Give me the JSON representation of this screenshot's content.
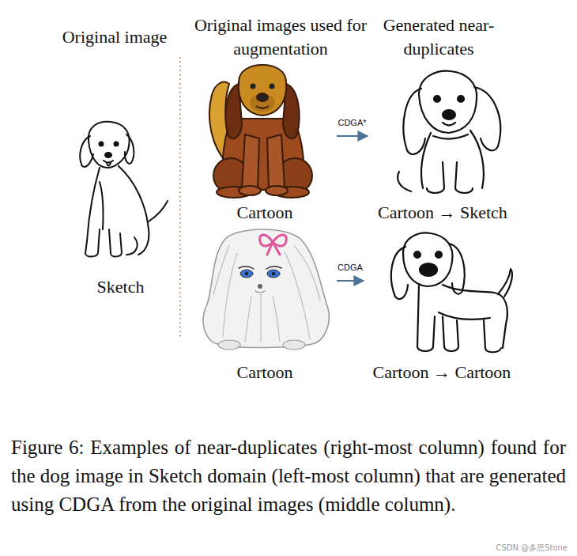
{
  "diagram": {
    "caption": "Figure 6: Examples of near-duplicates (right-most column) found for the dog image in Sketch domain (left-most column) that are generated using CDGA from the original images (middle column).",
    "nodes": [
      {
        "text": [
          "Sketch"
        ]
      },
      {
        "text": [
          "Cartoon"
        ]
      },
      {
        "text": [
          "Cartoon → Sketch"
        ]
      },
      {
        "text": [
          "Cartoon"
        ]
      },
      {
        "text": [
          "Cartoon → Cartoon"
        ]
      }
    ],
    "edges": [
      {
        "from": 1,
        "to": 2,
        "arrow": "to",
        "label": "CDGA*"
      },
      {
        "from": 3,
        "to": 4,
        "arrow": "to",
        "label": "CDGA"
      }
    ],
    "labels": [
      "Original image",
      "Original images used for augmentation",
      "Generated near-duplicates",
      "CSDN @多思Stone"
    ]
  }
}
